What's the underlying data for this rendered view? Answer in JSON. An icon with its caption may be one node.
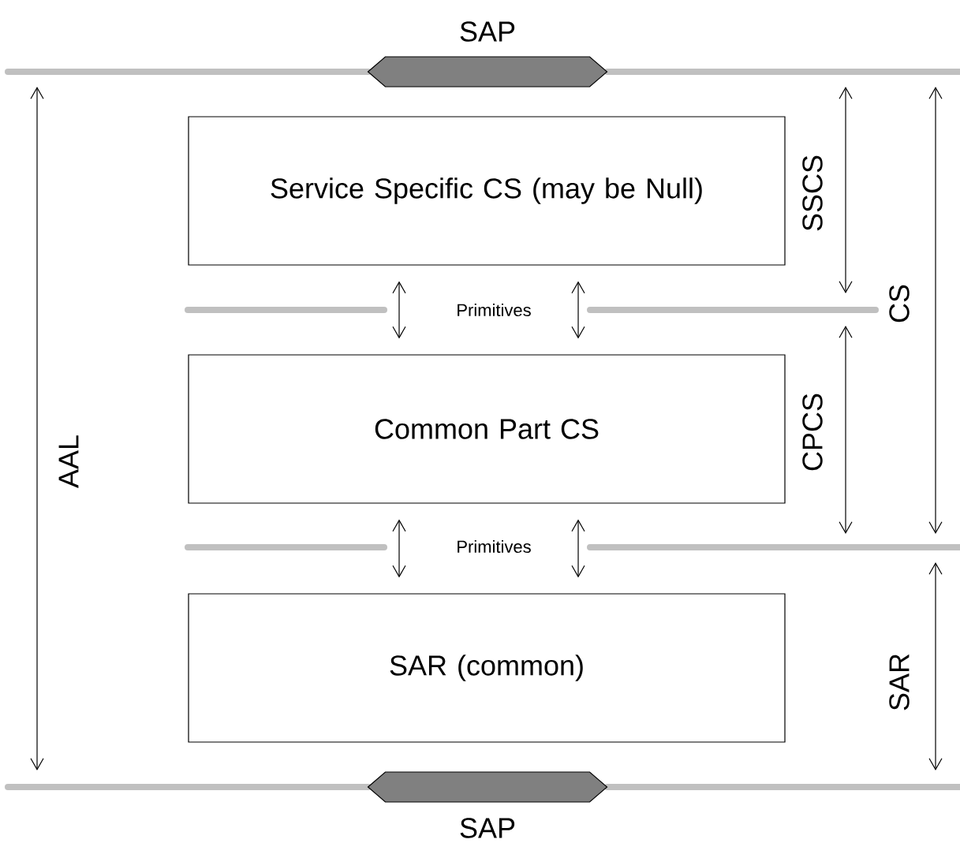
{
  "diagram": {
    "nodes": [
      {
        "text": [
          "SAP"
        ]
      },
      {
        "text": [
          "Service Specific CS (may be Null)"
        ]
      },
      {
        "text": [
          "Common Part CS"
        ]
      },
      {
        "text": [
          "SAR (common)"
        ]
      },
      {
        "text": [
          "SAP"
        ]
      }
    ],
    "edges": [
      {
        "from": 1,
        "to": 2,
        "arrow": "both"
      },
      {
        "from": 1,
        "to": 2,
        "arrow": "both"
      },
      {
        "from": 2,
        "to": 3,
        "arrow": "both"
      },
      {
        "from": 2,
        "to": 3,
        "arrow": "both"
      }
    ],
    "labels": [
      "SSCS",
      "CS",
      "AAL",
      "Primitives",
      "CPCS",
      "Primitives",
      "SAR"
    ]
  }
}
